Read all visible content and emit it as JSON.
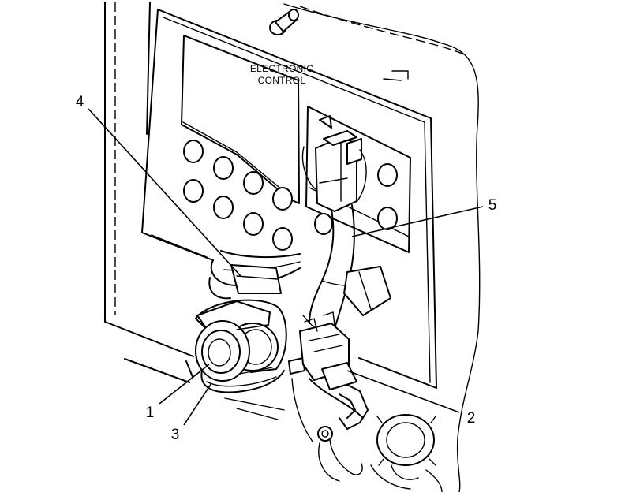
{
  "panel": {
    "line1": "ELECTRONIC",
    "line2": "CONTROL"
  },
  "callouts": [
    {
      "id": "1",
      "label": "1"
    },
    {
      "id": "2",
      "label": "2"
    },
    {
      "id": "3",
      "label": "3"
    },
    {
      "id": "4",
      "label": "4"
    },
    {
      "id": "5",
      "label": "5"
    }
  ]
}
